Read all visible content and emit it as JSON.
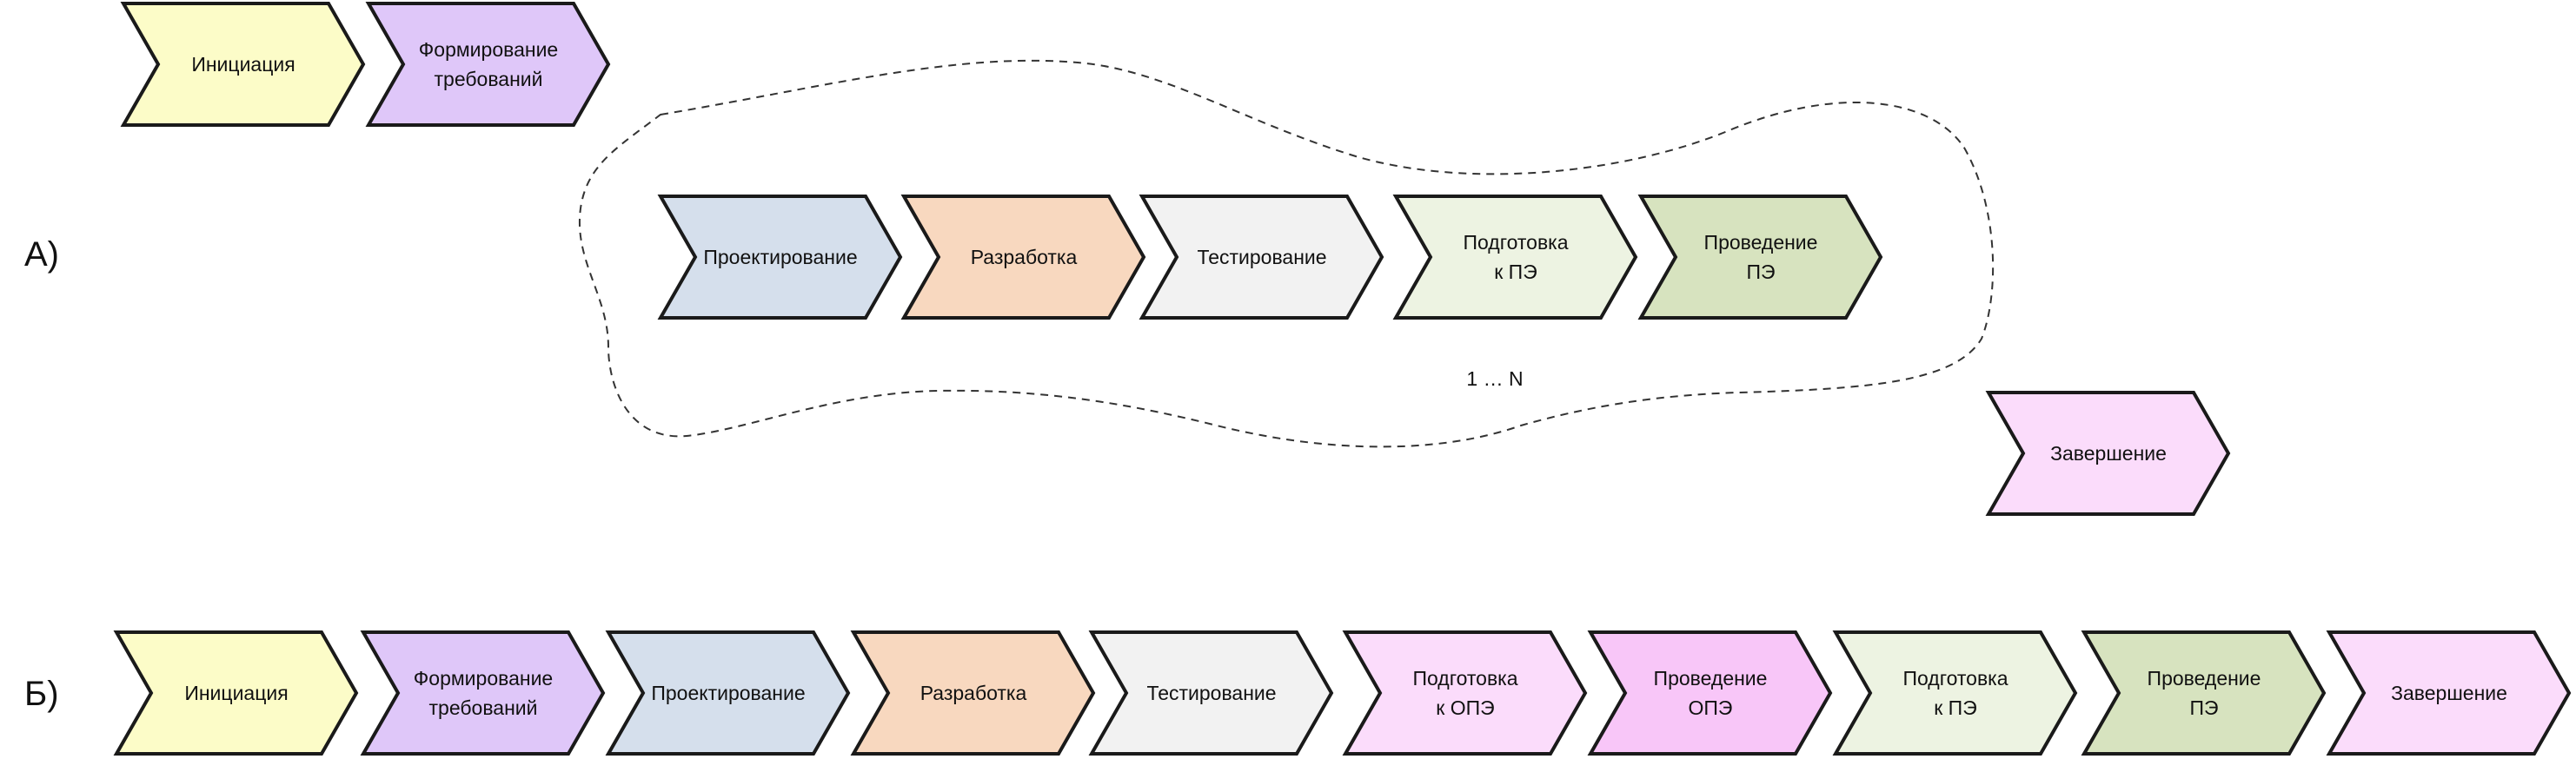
{
  "colors": {
    "yellow": "#fcfcc8",
    "lilac": "#dfc7f9",
    "blue": "#d5dfec",
    "peach": "#f8d8bf",
    "grey": "#f2f2f2",
    "palegreen": "#edf3e2",
    "green": "#d7e3bf",
    "pink": "#fbdcfb",
    "magenta": "#f8c6f8",
    "outline": "#1a1a1a"
  },
  "diagram_a": {
    "label": "А)",
    "steps": [
      {
        "lines": [
          "Инициация"
        ],
        "color": "yellow"
      },
      {
        "lines": [
          "Формирование",
          "требований"
        ],
        "color": "lilac"
      },
      {
        "lines": [
          "Проектирование"
        ],
        "color": "blue"
      },
      {
        "lines": [
          "Разработка"
        ],
        "color": "peach"
      },
      {
        "lines": [
          "Тестирование"
        ],
        "color": "grey"
      },
      {
        "lines": [
          "Подготовка",
          "к ПЭ"
        ],
        "color": "palegreen"
      },
      {
        "lines": [
          "Проведение",
          "ПЭ"
        ],
        "color": "green"
      },
      {
        "lines": [
          "Завершение"
        ],
        "color": "pink"
      }
    ],
    "loop_label": "1 … N"
  },
  "diagram_b": {
    "label": "Б)",
    "steps": [
      {
        "lines": [
          "Инициация"
        ],
        "color": "yellow"
      },
      {
        "lines": [
          "Формирование",
          "требований"
        ],
        "color": "lilac"
      },
      {
        "lines": [
          "Проектирование"
        ],
        "color": "blue"
      },
      {
        "lines": [
          "Разработка"
        ],
        "color": "peach"
      },
      {
        "lines": [
          "Тестирование"
        ],
        "color": "grey"
      },
      {
        "lines": [
          "Подготовка",
          "к ОПЭ"
        ],
        "color": "pink"
      },
      {
        "lines": [
          "Проведение",
          "ОПЭ"
        ],
        "color": "magenta"
      },
      {
        "lines": [
          "Подготовка",
          "к ПЭ"
        ],
        "color": "palegreen"
      },
      {
        "lines": [
          "Проведение",
          "ПЭ"
        ],
        "color": "green"
      },
      {
        "lines": [
          "Завершение"
        ],
        "color": "pink"
      }
    ]
  }
}
